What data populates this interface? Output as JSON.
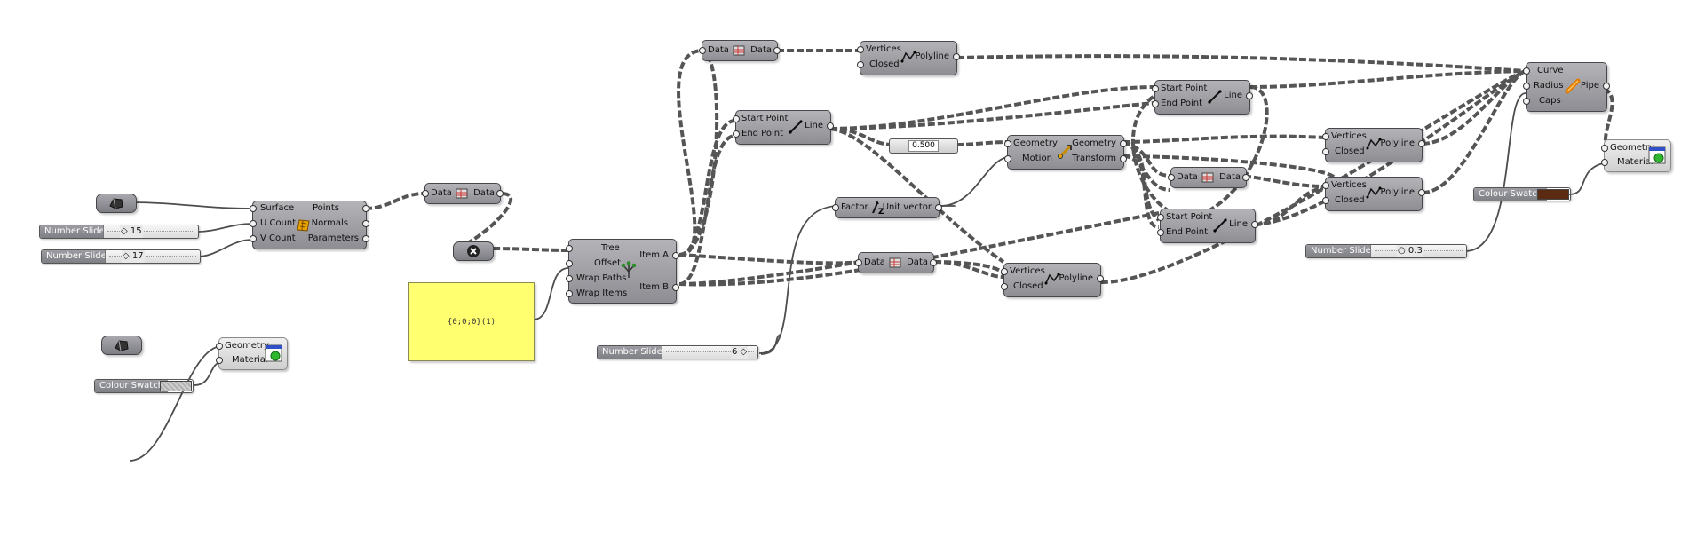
{
  "canvas": {
    "background": "#ffffff"
  },
  "colors": {
    "component": "#9d9da3",
    "panel": "#ffff70",
    "swatch_brown": "#5a2a12",
    "wire": "#555555"
  },
  "sliders": {
    "u_count": {
      "name": "Number Slider",
      "value": "◇ 15"
    },
    "v_count": {
      "name": "Number Slider",
      "value": "◇ 17"
    },
    "bottom": {
      "name": "Number Slider",
      "value": "6 ◇"
    },
    "radius": {
      "name": "Number Slider",
      "value": "○ 0.3"
    }
  },
  "swatches": {
    "left": {
      "name": "Colour Swatch",
      "color": "#c8c8c8"
    },
    "right": {
      "name": "Colour Swatch",
      "color": "#5a2a12"
    }
  },
  "panel": {
    "text": "{0;0;0}(1)"
  },
  "number_box": {
    "value": "0.500"
  },
  "components": {
    "divide_surface": {
      "inputs": [
        "Surface",
        "U Count",
        "V Count"
      ],
      "outputs": [
        "Points",
        "Normals",
        "Parameters"
      ]
    },
    "flatten_1": {
      "input": "Data",
      "output": "Data"
    },
    "flatten_top": {
      "input": "Data",
      "output": "Data"
    },
    "flatten_mid": {
      "input": "Data",
      "output": "Data"
    },
    "flatten_right": {
      "input": "Data",
      "output": "Data"
    },
    "dispatch": {
      "inputs": [
        "Tree",
        "Offset",
        "Wrap Paths",
        "Wrap Items"
      ],
      "outputs": [
        "Item A",
        "Item B"
      ]
    },
    "line_1": {
      "inputs": [
        "Start Point",
        "End Point"
      ],
      "output": "Line"
    },
    "line_2": {
      "inputs": [
        "Start Point",
        "End Point"
      ],
      "output": "Line"
    },
    "line_3": {
      "inputs": [
        "Start Point",
        "End Point"
      ],
      "output": "Line"
    },
    "polyline_top": {
      "inputs": [
        "Vertices",
        "Closed"
      ],
      "output": "Polyline"
    },
    "polyline_mid": {
      "inputs": [
        "Vertices",
        "Closed"
      ],
      "output": "Polyline"
    },
    "polyline_r1": {
      "inputs": [
        "Vertices",
        "Closed"
      ],
      "output": "Polyline"
    },
    "polyline_r2": {
      "inputs": [
        "Vertices",
        "Closed"
      ],
      "output": "Polyline"
    },
    "unit_z": {
      "input": "Factor",
      "output": "Unit vector"
    },
    "move": {
      "inputs": [
        "Geometry",
        "Motion"
      ],
      "outputs": [
        "Geometry",
        "Transform"
      ]
    },
    "pipe": {
      "inputs": [
        "Curve",
        "Radius",
        "Caps"
      ],
      "output": "Pipe"
    },
    "preview_left": {
      "inputs": [
        "Geometry",
        "Material"
      ]
    },
    "preview_right": {
      "inputs": [
        "Geometry",
        "Material"
      ]
    }
  }
}
